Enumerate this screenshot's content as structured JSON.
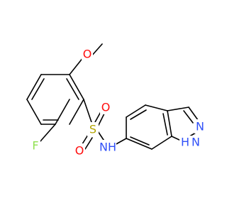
{
  "colors": {
    "bond": "#000000",
    "carbon": "#000000",
    "oxygen": "#ff0d0d",
    "nitrogen": "#3050f8",
    "fluorine": "#90e050",
    "sulfur": "#b2a400"
  },
  "atoms": {
    "fluorine": "F",
    "methoxy_oxygen": "O",
    "sulfonyl_oxygen_top": "O",
    "sulfonyl_oxygen_bottom": "O",
    "sulfur": "S",
    "sulfonamide_nh": "NH",
    "indazole_n2": "N",
    "indazole_n1_h": "H",
    "indazole_n1": "N"
  }
}
